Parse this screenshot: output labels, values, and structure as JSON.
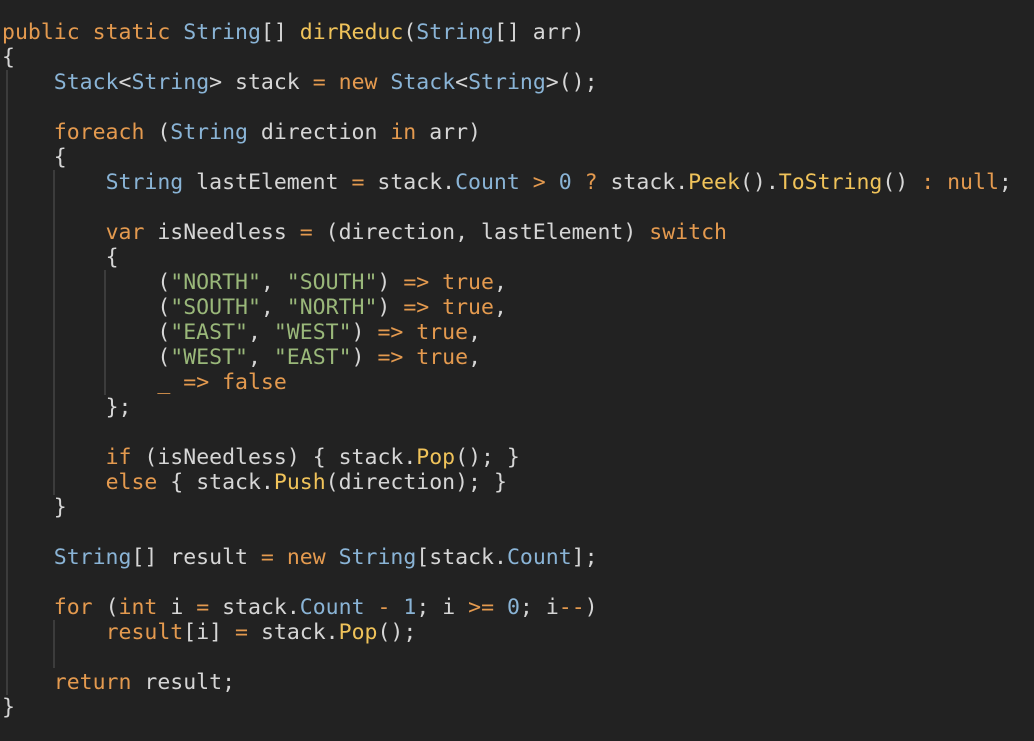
{
  "code_editor": {
    "language": "C#",
    "lines": [
      [
        [
          "kw",
          "public"
        ],
        [
          "id",
          " "
        ],
        [
          "kw",
          "static"
        ],
        [
          "id",
          " "
        ],
        [
          "ty",
          "String"
        ],
        [
          "pn",
          "[] "
        ],
        [
          "fn",
          "dirReduc"
        ],
        [
          "pn",
          "("
        ],
        [
          "ty",
          "String"
        ],
        [
          "pn",
          "[] "
        ],
        [
          "id",
          "arr"
        ],
        [
          "pn",
          ")"
        ]
      ],
      [
        [
          "pn",
          "{"
        ]
      ],
      [
        [
          "id",
          "    "
        ],
        [
          "ty",
          "Stack"
        ],
        [
          "pn",
          "<"
        ],
        [
          "ty",
          "String"
        ],
        [
          "pn",
          "> "
        ],
        [
          "id",
          "stack"
        ],
        [
          "id",
          " "
        ],
        [
          "op",
          "="
        ],
        [
          "id",
          " "
        ],
        [
          "kw",
          "new"
        ],
        [
          "id",
          " "
        ],
        [
          "ty",
          "Stack"
        ],
        [
          "pn",
          "<"
        ],
        [
          "ty",
          "String"
        ],
        [
          "pn",
          ">();"
        ]
      ],
      [],
      [
        [
          "id",
          "    "
        ],
        [
          "kw",
          "foreach"
        ],
        [
          "id",
          " "
        ],
        [
          "pn",
          "("
        ],
        [
          "ty",
          "String"
        ],
        [
          "id",
          " direction "
        ],
        [
          "kw",
          "in"
        ],
        [
          "id",
          " arr"
        ],
        [
          "pn",
          ")"
        ]
      ],
      [
        [
          "id",
          "    "
        ],
        [
          "pn",
          "{"
        ]
      ],
      [
        [
          "id",
          "        "
        ],
        [
          "ty",
          "String"
        ],
        [
          "id",
          " lastElement "
        ],
        [
          "op",
          "="
        ],
        [
          "id",
          " stack"
        ],
        [
          "pn",
          "."
        ],
        [
          "mem",
          "Count"
        ],
        [
          "id",
          " "
        ],
        [
          "op",
          ">"
        ],
        [
          "id",
          " "
        ],
        [
          "num",
          "0"
        ],
        [
          "id",
          " "
        ],
        [
          "op",
          "?"
        ],
        [
          "id",
          " stack"
        ],
        [
          "pn",
          "."
        ],
        [
          "fn",
          "Peek"
        ],
        [
          "pn",
          "()."
        ],
        [
          "fn",
          "ToString"
        ],
        [
          "pn",
          "()"
        ],
        [
          "id",
          " "
        ],
        [
          "op",
          ":"
        ],
        [
          "id",
          " "
        ],
        [
          "kw",
          "null"
        ],
        [
          "pn",
          ";"
        ]
      ],
      [],
      [
        [
          "id",
          "        "
        ],
        [
          "kw",
          "var"
        ],
        [
          "id",
          " isNeedless "
        ],
        [
          "op",
          "="
        ],
        [
          "id",
          " "
        ],
        [
          "pn",
          "("
        ],
        [
          "id",
          "direction, lastElement"
        ],
        [
          "pn",
          ")"
        ],
        [
          "id",
          " "
        ],
        [
          "kw",
          "switch"
        ]
      ],
      [
        [
          "id",
          "        "
        ],
        [
          "pn",
          "{"
        ]
      ],
      [
        [
          "id",
          "            "
        ],
        [
          "pn",
          "("
        ],
        [
          "str",
          "\"NORTH\""
        ],
        [
          "pn",
          ", "
        ],
        [
          "str",
          "\"SOUTH\""
        ],
        [
          "pn",
          ")"
        ],
        [
          "id",
          " "
        ],
        [
          "op",
          "=>"
        ],
        [
          "id",
          " "
        ],
        [
          "kw",
          "true"
        ],
        [
          "pn",
          ","
        ]
      ],
      [
        [
          "id",
          "            "
        ],
        [
          "pn",
          "("
        ],
        [
          "str",
          "\"SOUTH\""
        ],
        [
          "pn",
          ", "
        ],
        [
          "str",
          "\"NORTH\""
        ],
        [
          "pn",
          ")"
        ],
        [
          "id",
          " "
        ],
        [
          "op",
          "=>"
        ],
        [
          "id",
          " "
        ],
        [
          "kw",
          "true"
        ],
        [
          "pn",
          ","
        ]
      ],
      [
        [
          "id",
          "            "
        ],
        [
          "pn",
          "("
        ],
        [
          "str",
          "\"EAST\""
        ],
        [
          "pn",
          ", "
        ],
        [
          "str",
          "\"WEST\""
        ],
        [
          "pn",
          ")"
        ],
        [
          "id",
          " "
        ],
        [
          "op",
          "=>"
        ],
        [
          "id",
          " "
        ],
        [
          "kw",
          "true"
        ],
        [
          "pn",
          ","
        ]
      ],
      [
        [
          "id",
          "            "
        ],
        [
          "pn",
          "("
        ],
        [
          "str",
          "\"WEST\""
        ],
        [
          "pn",
          ", "
        ],
        [
          "str",
          "\"EAST\""
        ],
        [
          "pn",
          ")"
        ],
        [
          "id",
          " "
        ],
        [
          "op",
          "=>"
        ],
        [
          "id",
          " "
        ],
        [
          "kw",
          "true"
        ],
        [
          "pn",
          ","
        ]
      ],
      [
        [
          "id",
          "            "
        ],
        [
          "kw",
          "_"
        ],
        [
          "id",
          " "
        ],
        [
          "op",
          "=>"
        ],
        [
          "id",
          " "
        ],
        [
          "kw",
          "false"
        ]
      ],
      [
        [
          "id",
          "        "
        ],
        [
          "pn",
          "};"
        ]
      ],
      [],
      [
        [
          "id",
          "        "
        ],
        [
          "kw",
          "if"
        ],
        [
          "id",
          " "
        ],
        [
          "pn",
          "("
        ],
        [
          "id",
          "isNeedless"
        ],
        [
          "pn",
          ")"
        ],
        [
          "id",
          " "
        ],
        [
          "pn",
          "{ "
        ],
        [
          "id",
          "stack"
        ],
        [
          "pn",
          "."
        ],
        [
          "fn",
          "Pop"
        ],
        [
          "pn",
          "(); }"
        ]
      ],
      [
        [
          "id",
          "        "
        ],
        [
          "kw",
          "else"
        ],
        [
          "id",
          " "
        ],
        [
          "pn",
          "{ "
        ],
        [
          "id",
          "stack"
        ],
        [
          "pn",
          "."
        ],
        [
          "fn",
          "Push"
        ],
        [
          "pn",
          "("
        ],
        [
          "id",
          "direction"
        ],
        [
          "pn",
          "); }"
        ]
      ],
      [
        [
          "id",
          "    "
        ],
        [
          "pn",
          "}"
        ]
      ],
      [],
      [
        [
          "id",
          "    "
        ],
        [
          "ty",
          "String"
        ],
        [
          "pn",
          "[] "
        ],
        [
          "id",
          "result"
        ],
        [
          "id",
          " "
        ],
        [
          "op",
          "="
        ],
        [
          "id",
          " "
        ],
        [
          "kw",
          "new"
        ],
        [
          "id",
          " "
        ],
        [
          "ty",
          "String"
        ],
        [
          "pn",
          "["
        ],
        [
          "id",
          "stack"
        ],
        [
          "pn",
          "."
        ],
        [
          "mem",
          "Count"
        ],
        [
          "pn",
          "];"
        ]
      ],
      [],
      [
        [
          "id",
          "    "
        ],
        [
          "kw",
          "for"
        ],
        [
          "id",
          " "
        ],
        [
          "pn",
          "("
        ],
        [
          "kw",
          "int"
        ],
        [
          "id",
          " i "
        ],
        [
          "op",
          "="
        ],
        [
          "id",
          " stack"
        ],
        [
          "pn",
          "."
        ],
        [
          "mem",
          "Count"
        ],
        [
          "id",
          " "
        ],
        [
          "op",
          "-"
        ],
        [
          "id",
          " "
        ],
        [
          "num",
          "1"
        ],
        [
          "pn",
          "; "
        ],
        [
          "id",
          "i "
        ],
        [
          "op",
          ">="
        ],
        [
          "id",
          " "
        ],
        [
          "num",
          "0"
        ],
        [
          "pn",
          "; "
        ],
        [
          "id",
          "i"
        ],
        [
          "op",
          "--"
        ],
        [
          "pn",
          ")"
        ]
      ],
      [
        [
          "id",
          "        "
        ],
        [
          "kw",
          "result"
        ],
        [
          "pn",
          "["
        ],
        [
          "id",
          "i"
        ],
        [
          "pn",
          "]"
        ],
        [
          "id",
          " "
        ],
        [
          "op",
          "="
        ],
        [
          "id",
          " stack"
        ],
        [
          "pn",
          "."
        ],
        [
          "fn",
          "Pop"
        ],
        [
          "pn",
          "();"
        ]
      ],
      [],
      [
        [
          "id",
          "    "
        ],
        [
          "kw",
          "return"
        ],
        [
          "id",
          " result"
        ],
        [
          "pn",
          ";"
        ]
      ],
      [
        [
          "pn",
          "}"
        ]
      ]
    ],
    "colors": {
      "background": "#222222",
      "keyword": "#e49a4f",
      "type": "#8ab4d6",
      "method": "#f0c35a",
      "string": "#9ab87a",
      "text": "#d6d6d6",
      "indent_guide": "#3c3c3c"
    }
  }
}
